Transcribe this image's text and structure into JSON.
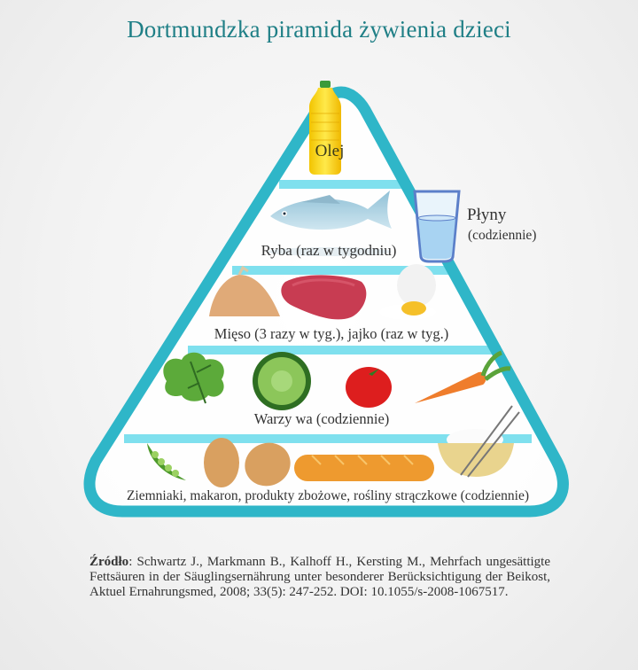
{
  "title": "Dortmundzka piramida żywienia dzieci",
  "colors": {
    "title": "#1f7f86",
    "pyramid_border": "#2fb6c8",
    "band": "#7fe0ee",
    "text": "#333333"
  },
  "pyramid": {
    "tiers": [
      {
        "label": "Olej",
        "items": [
          "oil-bottle"
        ]
      },
      {
        "label": "Ryba (raz w tygodniu)",
        "items": [
          "fish"
        ]
      },
      {
        "label": "Mięso (3 razy w tyg.), jajko (raz w tyg.)",
        "items": [
          "chicken",
          "steak",
          "egg"
        ]
      },
      {
        "label": "Warzy wa (codziennie)",
        "items": [
          "lettuce",
          "cucumber",
          "tomato",
          "carrot"
        ]
      },
      {
        "label": "Ziemniaki, makaron, produkty zbożowe, rośliny strączkowe (codziennie)",
        "items": [
          "peas",
          "potatoes",
          "baguette",
          "rice-bowl"
        ]
      }
    ],
    "side": {
      "label": "Płyny",
      "sublabel": "(codziennie)",
      "item": "water-glass"
    }
  },
  "source": {
    "prefix": "Źródło",
    "text": ": Schwartz J., Markmann B., Kalhoff H., Kersting M., Mehrfach ungesättigte Fettsäuren in der Säuglingsernährung unter besonderer Berücksichtigung der Beikost, Aktuel Ernahrungsmed, 2008; 33(5): 247-252. DOI: 10.1055/s-2008-1067517."
  }
}
